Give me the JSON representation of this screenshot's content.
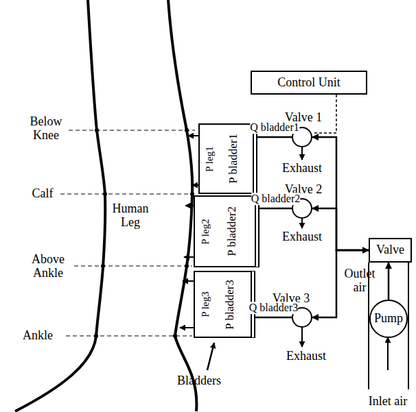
{
  "diagram": {
    "nodes": [
      {
        "text": [
          "Control Unit"
        ]
      },
      {
        "text": [
          "Valve 1"
        ]
      },
      {
        "text": [
          "Valve 2"
        ]
      },
      {
        "text": [
          "Valve 3"
        ]
      },
      {
        "text": [
          "Valve"
        ]
      },
      {
        "text": [
          "Pump"
        ]
      },
      {
        "text": [
          "P bladder1"
        ]
      },
      {
        "text": [
          "P bladder2"
        ]
      },
      {
        "text": [
          "P bladder3"
        ]
      }
    ],
    "edges": [
      {
        "from": 0,
        "to": 1,
        "arrow": "none"
      },
      {
        "from": 4,
        "to": 1,
        "arrow": "to"
      },
      {
        "from": 4,
        "to": 2,
        "arrow": "both"
      },
      {
        "from": 4,
        "to": 3,
        "arrow": "to"
      },
      {
        "from": 5,
        "to": 4,
        "arrow": "to"
      },
      {
        "from": 1,
        "to": 6,
        "label": "Q bladder1",
        "arrow": "none"
      },
      {
        "from": 2,
        "to": 7,
        "label": "Q bladder2",
        "arrow": "none"
      },
      {
        "from": 3,
        "to": 8,
        "label": "Q bladder3",
        "arrow": "none"
      }
    ],
    "labels": [
      "Below Knee",
      "Calf",
      "Above Ankle",
      "Ankle",
      "Human Leg",
      "P leg1",
      "P leg2",
      "P leg3",
      "Exhaust",
      "Exhaust",
      "Exhaust",
      "Outlet air",
      "Inlet air",
      "Bladders"
    ]
  }
}
